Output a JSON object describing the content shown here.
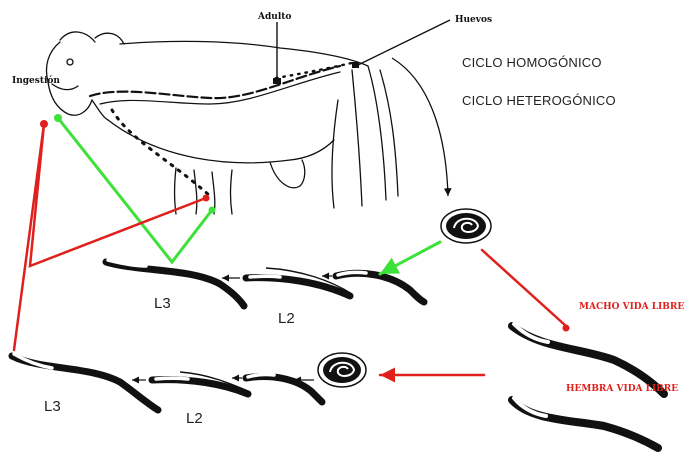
{
  "labels": {
    "ingestion": "Ingestión",
    "adult": "Adulto",
    "eggs": "Huevos",
    "homogonic": "CICLO HOMOGÓNICO",
    "heterogonic": "CICLO HETEROGÓNICO",
    "l3_top": "L3",
    "l2_top": "L2",
    "l3_bottom": "L3",
    "l2_bottom": "L2",
    "male_free_living": "MACHO VIDA LIBRE",
    "female_free_living": "HEMBRA VIDA LIBRE"
  },
  "colors": {
    "homogonic_arrow": "#3ee03a",
    "heterogonic_arrow": "#e0201c",
    "outline": "#111111"
  },
  "icons": {
    "cow": "cow-outline",
    "egg": "egg-with-larva",
    "larva": "nematode-larva",
    "adult_worm": "free-living-adult-worm"
  }
}
